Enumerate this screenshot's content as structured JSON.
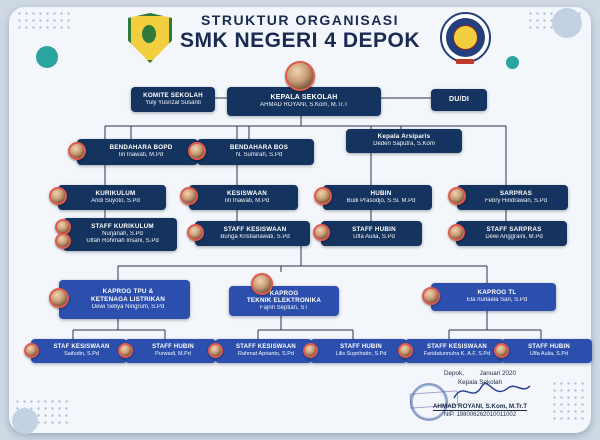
{
  "header": {
    "title_top": "STRUKTUR ORGANISASI",
    "title_main": "SMK NEGERI 4 DEPOK"
  },
  "org": {
    "komite": {
      "title": "KOMITE SEKOLAH",
      "name": "Yuly Yusrizal Susanti"
    },
    "kepala_sekolah": {
      "title": "KEPALA SEKOLAH",
      "name": "AHMAD ROYANI, S.Kom, M.Tr.T"
    },
    "dudi": {
      "title": "DU/DI"
    },
    "bendahara_bopd": {
      "title": "BENDAHARA BOPD",
      "name": "Iin Inawati, M.Pd"
    },
    "bendahara_bos": {
      "title": "BENDAHARA BOS",
      "name": "N. Sumirah, S.Pd"
    },
    "kepala_arsiparis": {
      "title": "Kepala Arsiparis",
      "name": "Deden Saputra, S.Kom"
    },
    "kurikulum": {
      "title": "KURIKULUM",
      "name": "Andi Suyoto, S.Pd"
    },
    "staff_kurikulum": {
      "title": "STAFF KURIKULUM",
      "name": "Nurjanah, S.Pd",
      "name2": "Ulfah Rohmah Insani, S.Pd"
    },
    "kesiswaan": {
      "title": "KESISWAAN",
      "name": "Iin Inawati, M.Pd"
    },
    "staff_kesiswaan": {
      "title": "STAFF KESISWAAN",
      "name": "Bunga Kristianawati, S.Pd"
    },
    "hubin": {
      "title": "HUBIN",
      "name": "Budi Prasodjo, S.Si. M.Pd"
    },
    "staff_hubin": {
      "title": "STAFF HUBIN",
      "name": "Ulfa Aulia, S.Pd"
    },
    "sarpras": {
      "title": "SARPRAS",
      "name": "Febry Hindrawan, S.Pd"
    },
    "staff_sarpras": {
      "title": "STAFF SARPRAS",
      "name": "Dewi Anggraini, M.Pd"
    },
    "kaprog_listrik": {
      "title1": "KAPROG TPU &",
      "title2": "KETENAGA LISTRIKAN",
      "name": "Dewi Setiya Ningrum, S.Pd"
    },
    "kaprog_elektronika": {
      "title1": "KAPROG",
      "title2": "TEKNIK ELEKTRONIKA",
      "name": "Fajrin Septian, ST"
    },
    "kaprog_tl": {
      "title": "KAPROG TL",
      "name": "Ela nurlaela Sari, S.Pd"
    },
    "staff_kesiswaan_tpu": {
      "title": "STAF KESISWAAN",
      "name": "Saifudin, S.Pd"
    },
    "staff_hubin_tpu": {
      "title": "STAFF HUBIN",
      "name": "Purwadi, M.Pd"
    },
    "staff_kesiswaan_elektronika": {
      "title": "STAFF KESISWAAN",
      "name": "Rahmat Aprianto, S.Pd"
    },
    "staff_hubin_elektronika": {
      "title": "STAFF HUBIN",
      "name": "Lilis Suprihatin, S.Pd"
    },
    "staff_kesiswaan_tl": {
      "title": "STAFF KESISWAAN",
      "name": "Faridatunnuha K. A.F, S.Pd"
    },
    "staff_hubin_tl": {
      "title": "STAFF HUBIN",
      "name": "Ulfa Aulia, S.Pd"
    }
  },
  "signature": {
    "place_date": "Depok,         Januari 2020",
    "role": "Kepala Sekolah",
    "name": "AHMAD ROYANI, S.Kom, M.Tr.T",
    "nip": "NIP. 198006262010011002"
  },
  "colors": {
    "navy_box": "#14335e",
    "blue_box": "#2c4fae",
    "accent_teal": "#2aa49e",
    "photo_ring": "#e05a4e",
    "title_text": "#1a2a52"
  }
}
